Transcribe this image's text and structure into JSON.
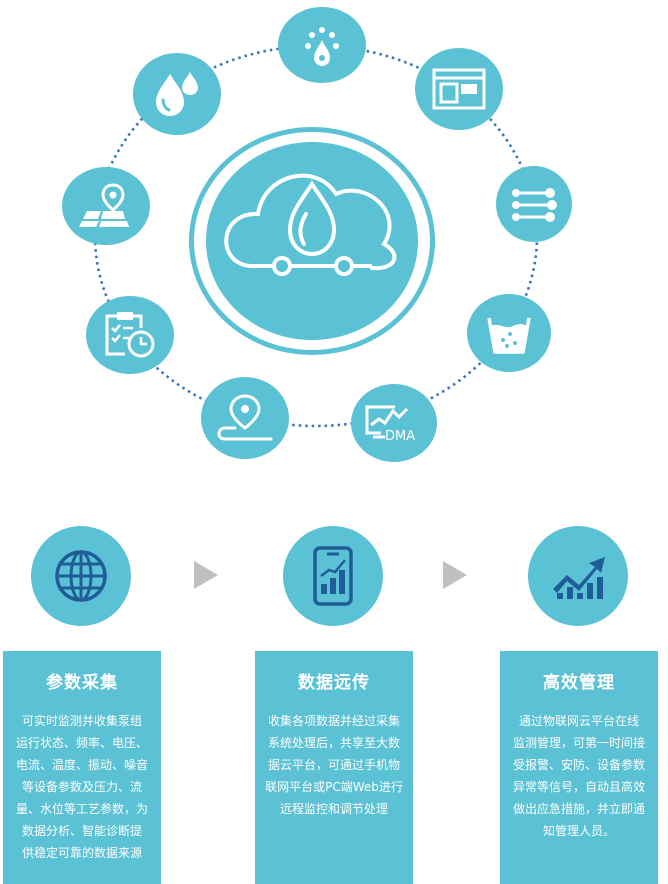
{
  "diagram": {
    "center_icon": "cloud-water-drop-icon",
    "ring_icons": [
      "pressure-gauge-drop-icon",
      "dashboard-window-icon",
      "flow-network-icon",
      "water-quality-icon",
      "dma-monitor-icon",
      "location-pipeline-icon",
      "checklist-clock-icon",
      "map-location-icon",
      "water-drops-icon"
    ],
    "dma_label": "DMA",
    "colors": {
      "primary": "#5ac2d4",
      "arrow": "#bfbfbf",
      "dot_line": "#3a76b5",
      "dark_icon": "#1f5d98"
    }
  },
  "process": [
    {
      "icon": "globe-icon",
      "title": "参数采集",
      "lines": [
        "可实时监测并收集泵组",
        "运行状态、频率、电压、",
        "电流、温度、振动、噪音",
        "等设备参数及压力、流",
        "量、水位等工艺参数，为",
        "数据分析、智能诊断提",
        "供稳定可靠的数据来源"
      ]
    },
    {
      "icon": "tablet-chart-icon",
      "title": "数据远传",
      "lines": [
        "收集各项数据并经过采集",
        "系统处理后，共享至大数",
        "据云平台，可通过手机物",
        "联网平台或PC端Web进行",
        "远程监控和调节处理"
      ]
    },
    {
      "icon": "growth-chart-icon",
      "title": "高效管理",
      "lines": [
        "通过物联网云平台在线",
        "监测管理，可第一时间接",
        "受报警、安防、设备参数",
        "异常等信号，自动且高效",
        "做出应急措施，并立即通",
        "知管理人员。"
      ]
    }
  ]
}
